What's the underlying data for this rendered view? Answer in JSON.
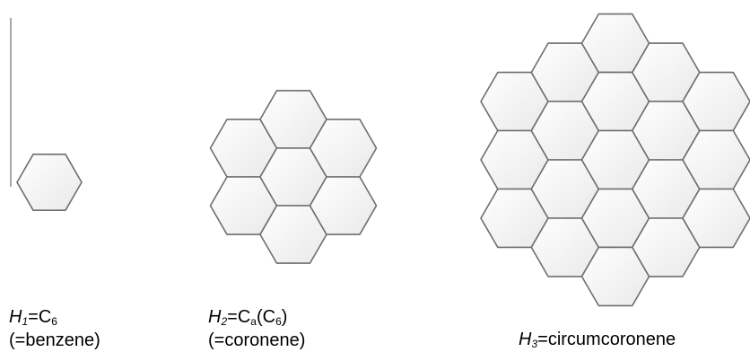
{
  "colors": {
    "hex_fill": "#f4f4f4",
    "hex_stroke": "#6e6e6e",
    "rule": "#8c8c8c"
  },
  "labels": {
    "h1": {
      "var": "H",
      "var_sub": "1",
      "eq": "=C",
      "eq_sub": "6",
      "name": "(=benzene)"
    },
    "h2": {
      "var": "H",
      "var_sub": "2",
      "eq": "=C",
      "eq_sub": "a",
      "paren_open": "(C",
      "paren_sub": "6",
      "paren_close": ")",
      "name": "(=coronene)"
    },
    "h3": {
      "var": "H",
      "var_sub": "3",
      "text": "=circumcoronene"
    }
  }
}
